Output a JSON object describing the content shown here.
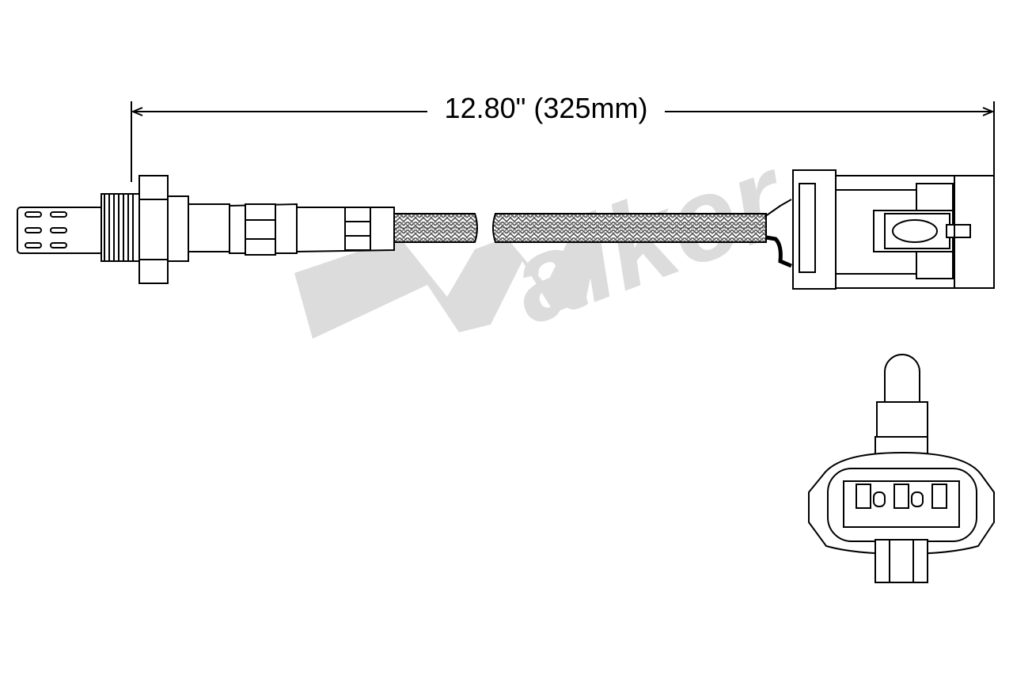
{
  "dimension": {
    "label": "12.80\" (325mm)"
  },
  "watermark": {
    "text": "Walker",
    "color": "#d9d9d9"
  },
  "colors": {
    "line": "#000000",
    "fill": "#ffffff",
    "braid": "#555555"
  },
  "icons": {
    "sensor": "oxygen-sensor",
    "connector": "4-pin-connector"
  }
}
